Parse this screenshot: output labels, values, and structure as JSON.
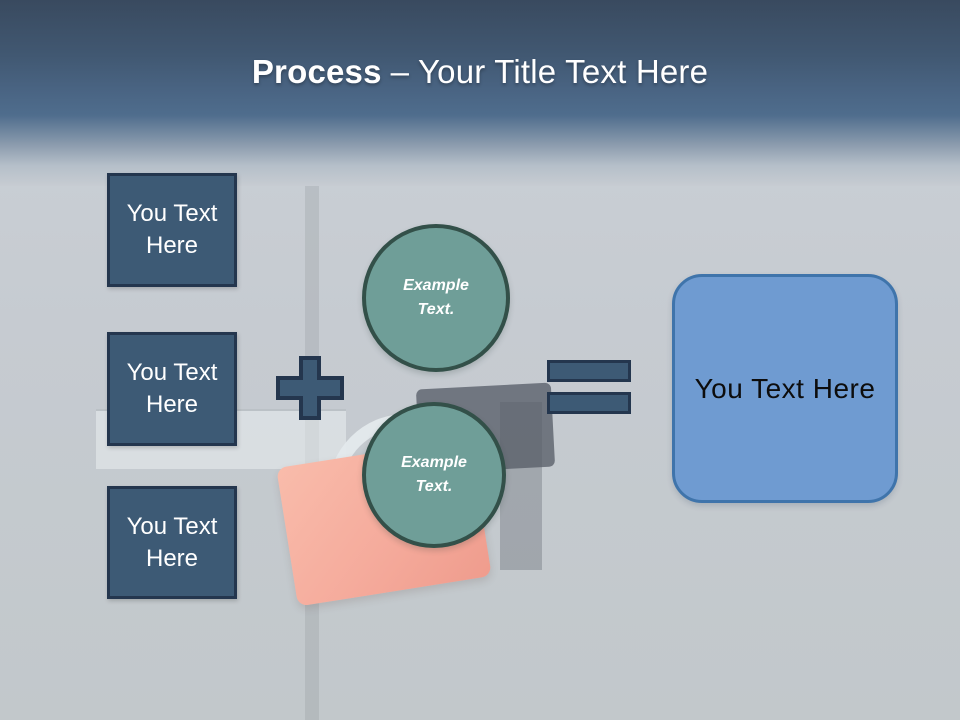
{
  "slide": {
    "title": {
      "emphasis": "Process",
      "rest": "– Your Title Text Here"
    },
    "input_boxes": [
      {
        "label": "You Text Here"
      },
      {
        "label": "You Text Here"
      },
      {
        "label": "You Text Here"
      }
    ],
    "operators": {
      "plus": "+",
      "equals": "="
    },
    "example_circles": [
      {
        "label": "Example Text."
      },
      {
        "label": "Example Text."
      }
    ],
    "result_box": {
      "label": "You Text Here"
    },
    "background": {
      "description": "washed-out photo of a red padlock on a gray metal door"
    },
    "colors": {
      "header_top": "#394a5f",
      "header_blue": "#4f6d8d",
      "photo_base": "#c7ccd2",
      "box_fill": "#3d5a75",
      "box_border": "#24364e",
      "circle_fill": "#6f9e98",
      "circle_border": "#335049",
      "result_fill": "#6f9bd1",
      "result_border": "#3f74ab",
      "lock_body": "#f5ab9c",
      "shackle": "#e4e9ed",
      "title_text": "#ffffff"
    }
  }
}
